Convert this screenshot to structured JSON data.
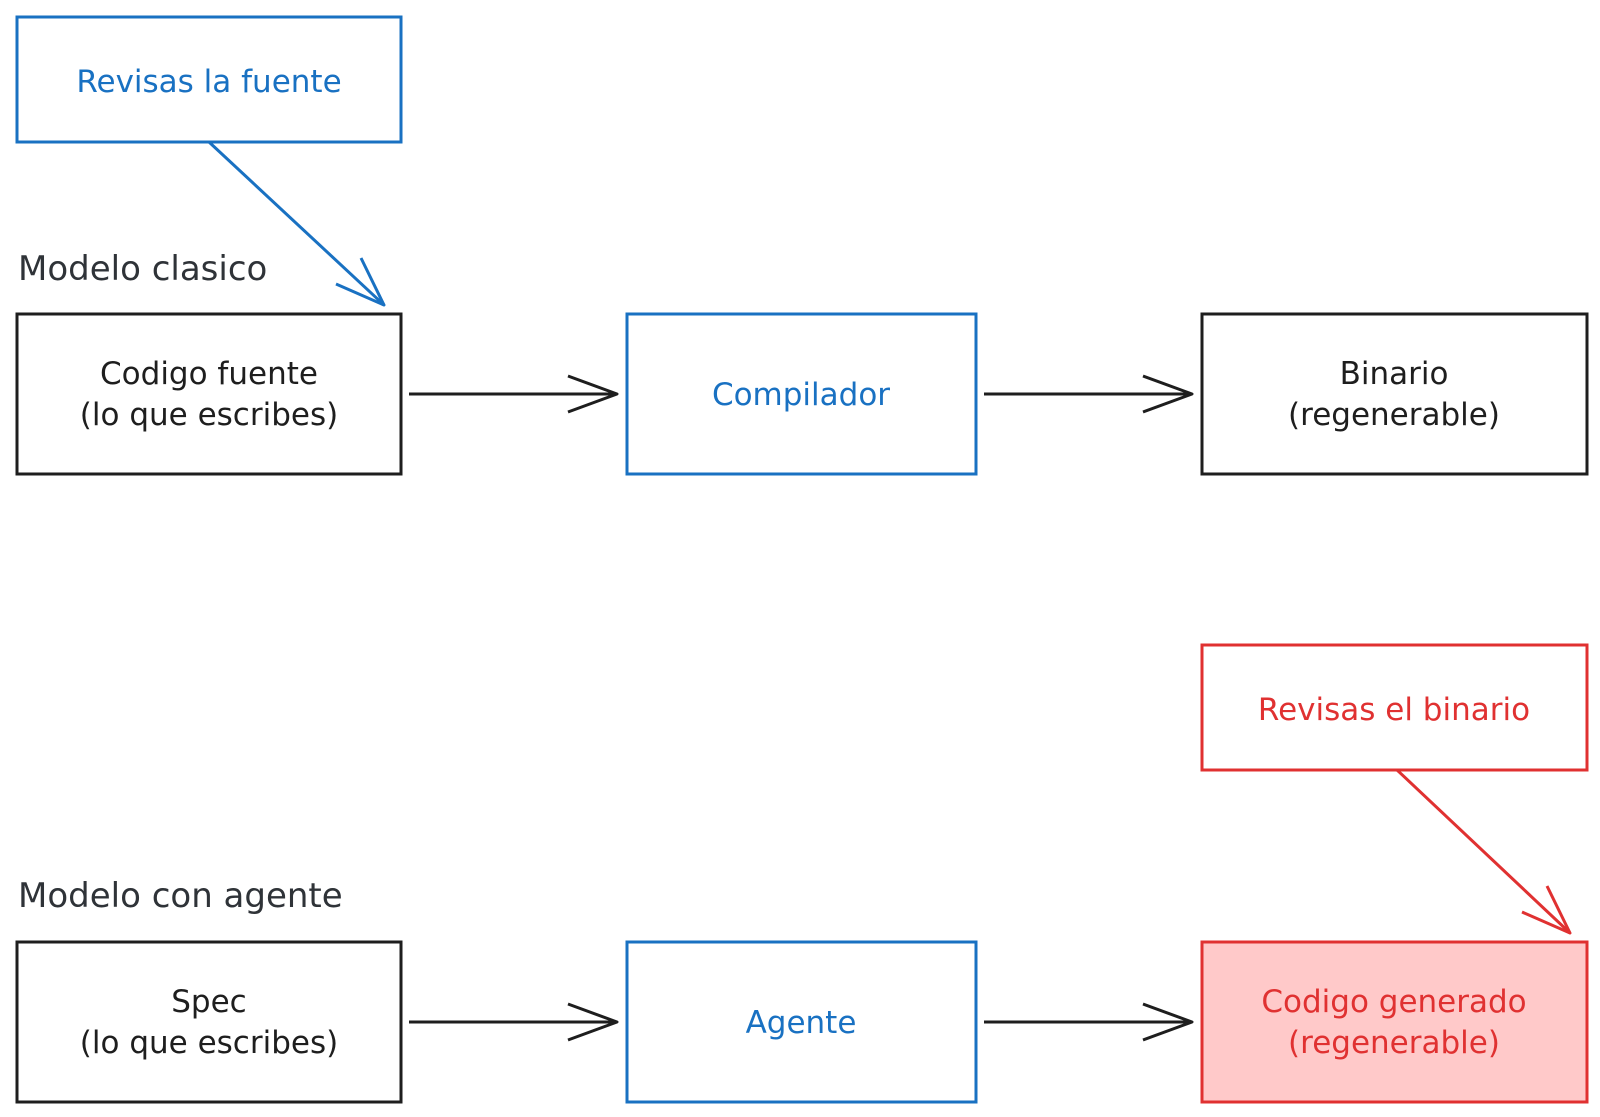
{
  "colors": {
    "black": "#1e1e1e",
    "blue": "#1971c2",
    "red": "#e03131",
    "red_fill": "#ffc9c9",
    "title_gray": "#2f3338"
  },
  "classic": {
    "title": "Modelo clasico",
    "review_note": "Revisas la fuente",
    "source_line1": "Codigo fuente",
    "source_line2": "(lo que escribes)",
    "compiler": "Compilador",
    "binary_line1": "Binario",
    "binary_line2": "(regenerable)"
  },
  "agent": {
    "title": "Modelo con agente",
    "review_note": "Revisas el binario",
    "spec_line1": "Spec",
    "spec_line2": "(lo que escribes)",
    "agent_label": "Agente",
    "generated_line1": "Codigo generado",
    "generated_line2": "(regenerable)"
  }
}
